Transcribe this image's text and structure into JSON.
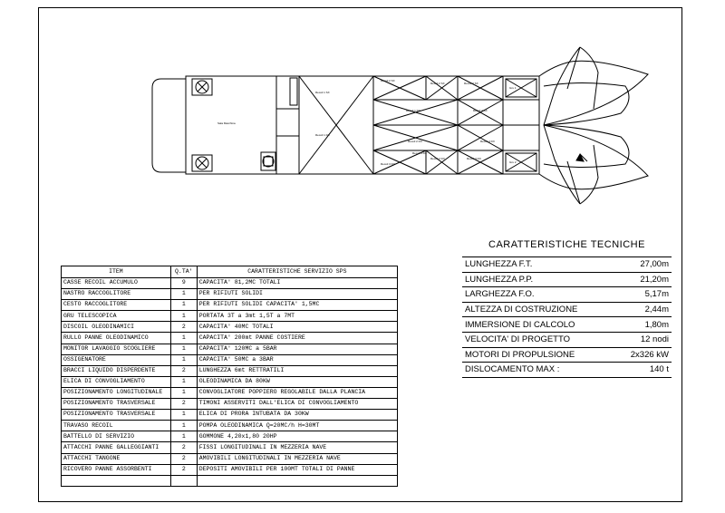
{
  "ship_labels": {
    "control_room": "Sala Macchina",
    "tank1": "Recoil 1 SX",
    "tank2": "Recoil 2 SX",
    "tank3": "Recoil 3 SX",
    "tank4": "Recoil 4 SX",
    "tank5": "Recoil 1 DX",
    "tank6": "Recoil 2 DX",
    "tank7": "Recoil 3 DX",
    "tank8": "Recoil 4 DX",
    "tank9": "Recoil 1 DX",
    "tank_side1": "Recoil 2 SX",
    "tank_side2": "Recoil 3 DX",
    "mid1": "Recoil 1 DX",
    "mid2": "Recoil 2 DX",
    "mid3": "Recoil 3 DX",
    "gru1": "Gru 1",
    "gru2": "Gru 2"
  },
  "equipment": {
    "headers": [
      "ITEM",
      "Q.TA'",
      "CARATTERISTICHE SERVIZIO SPS"
    ],
    "rows": [
      [
        "CASSE RECOIL ACCUMULO",
        "9",
        "CAPACITA'  81,2MC TOTALI"
      ],
      [
        "NASTRO RACCOGLITORE",
        "1",
        "PER RIFIUTI SOLIDI"
      ],
      [
        "CESTO RACCOGLITORE",
        "1",
        "PER RIFIUTI SOLIDI CAPACITA' 1,5MC"
      ],
      [
        "GRU TELESCOPICA",
        "1",
        "PORTATA  3T  a  3mt        1,5T  a  7MT"
      ],
      [
        "DISCOIL OLEODINAMICI",
        "2",
        "CAPACITA' 40MC TOTALI"
      ],
      [
        "RULLO PANNE OLEODINAMICO",
        "1",
        "CAPACITA' 200mt PANNE COSTIERE"
      ],
      [
        "MONITOR LAVAGGIO SCOGLIERE",
        "1",
        "CAPACITA' 120MC  a  5BAR"
      ],
      [
        "OSSIGENATORE",
        "1",
        "CAPACITA' 50MC  a  3BAR"
      ],
      [
        "BRACCI LIQUIDO DISPERDENTE",
        "2",
        "LUNGHEZZA  6mt    RETTRATILI"
      ],
      [
        "ELICA DI CONVOGLIAMENTO",
        "1",
        "OLEODINAMICA DA 80KW"
      ],
      [
        "POSIZIONAMENTO LONGITUDINALE",
        "1",
        "CONVOGLIATORE POPPIERO REGOLABILE DALLA PLANCIA"
      ],
      [
        "POSIZIONAMENTO TRASVERSALE",
        "2",
        "TIMONI ASSERVITI DALL'ELICA DI CONVOGLIAMENTO"
      ],
      [
        "POSIZIONAMENTO TRASVERSALE",
        "1",
        "ELICA DI PRORA INTUBATA DA 30KW"
      ],
      [
        "TRAVASO RECOIL",
        "1",
        "POMPA OLEODINAMICA  Q=20MC/h    H=30MT"
      ],
      [
        "BATTELLO DI SERVIZIO",
        "1",
        "GOMMONE 4,20x1,80    20HP"
      ],
      [
        "ATTACCHI PANNE GALLEGGIANTI",
        "2",
        "FISSI LONGITUDINALI  IN  MEZZERIA NAVE"
      ],
      [
        "ATTACCHI TANGONE",
        "2",
        "AMOVIBILI LONGITUDINALI IN MEZZERIA NAVE"
      ],
      [
        "RICOVERO PANNE ASSORBENTI",
        "2",
        "DEPOSITI AMOVIBILI PER 100MT TOTALI DI PANNE"
      ]
    ]
  },
  "specs": {
    "title": "CARATTERISTICHE  TECNICHE",
    "rows": [
      [
        "LUNGHEZZA F.T.",
        "27,00m"
      ],
      [
        "LUNGHEZZA P.P.",
        "21,20m"
      ],
      [
        "LARGHEZZA F.O.",
        "5,17m"
      ],
      [
        "ALTEZZA DI COSTRUZIONE",
        "2,44m"
      ],
      [
        "IMMERSIONE DI CALCOLO",
        "1,80m"
      ],
      [
        "VELOCITA' DI PROGETTO",
        "12 nodi"
      ],
      [
        "MOTORI DI PROPULSIONE",
        "2x326 kW"
      ],
      [
        "DISLOCAMENTO MAX :",
        "140 t"
      ]
    ]
  }
}
